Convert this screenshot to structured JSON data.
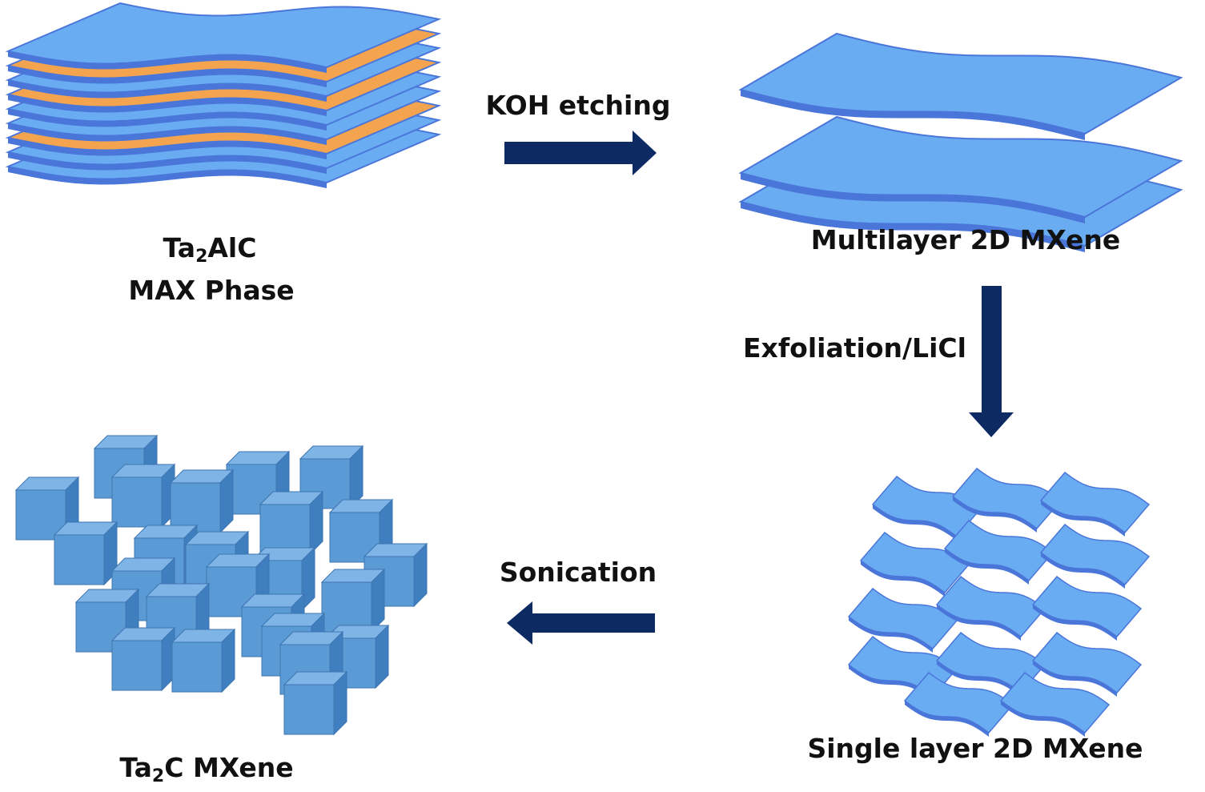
{
  "colors": {
    "sheet": "#6aacf2",
    "sheet_edge": "#4a76d9",
    "al_layer": "#f4a44e",
    "cube_front": "#5b9bd5",
    "cube_top": "#7fb5e6",
    "cube_side": "#3f7fbf",
    "arrow": "#0d2a63"
  },
  "labels": {
    "max_phase_formula_main": "Ta",
    "max_phase_formula_sub": "2",
    "max_phase_formula_rest": "AlC",
    "max_phase_name": "MAX Phase",
    "multilayer": "Multilayer 2D MXene",
    "single_layer": "Single layer 2D MXene",
    "product_main": "Ta",
    "product_sub": "2",
    "product_rest": "C MXene"
  },
  "steps": {
    "etching": "KOH etching",
    "exfoliation": "Exfoliation/LiCl",
    "sonication": "Sonication"
  }
}
